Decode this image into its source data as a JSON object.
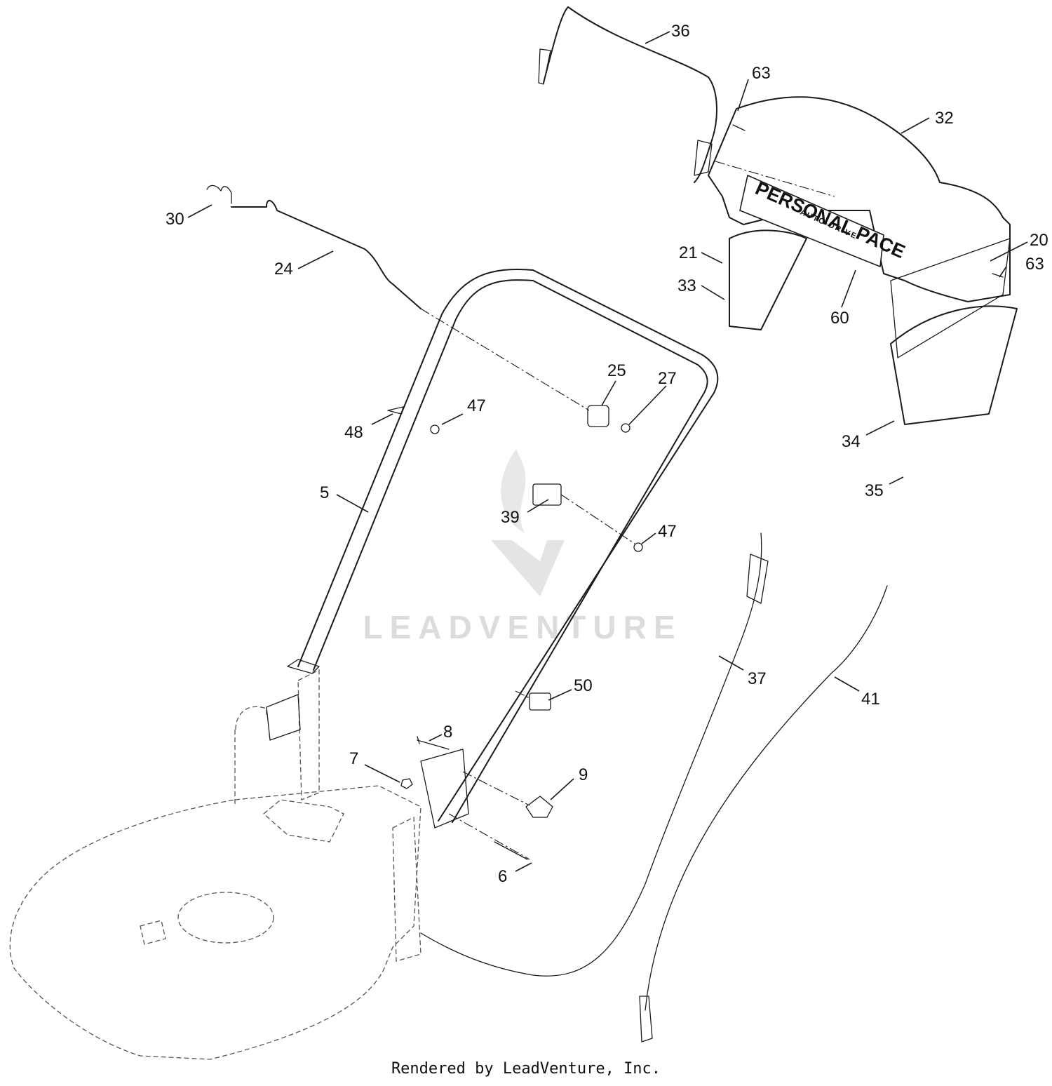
{
  "diagram": {
    "callouts": [
      "36",
      "63",
      "32",
      "30",
      "24",
      "21",
      "33",
      "60",
      "20",
      "63",
      "25",
      "27",
      "48",
      "47",
      "5",
      "39",
      "47",
      "34",
      "35",
      "50",
      "37",
      "41",
      "8",
      "7",
      "9",
      "6"
    ],
    "watermark": "LEADVENTURE",
    "label_plate": {
      "line1": "PERSONAL PACE",
      "line2": "AUTO-DRIVE"
    }
  },
  "footer": {
    "text": "Rendered by LeadVenture, Inc."
  }
}
